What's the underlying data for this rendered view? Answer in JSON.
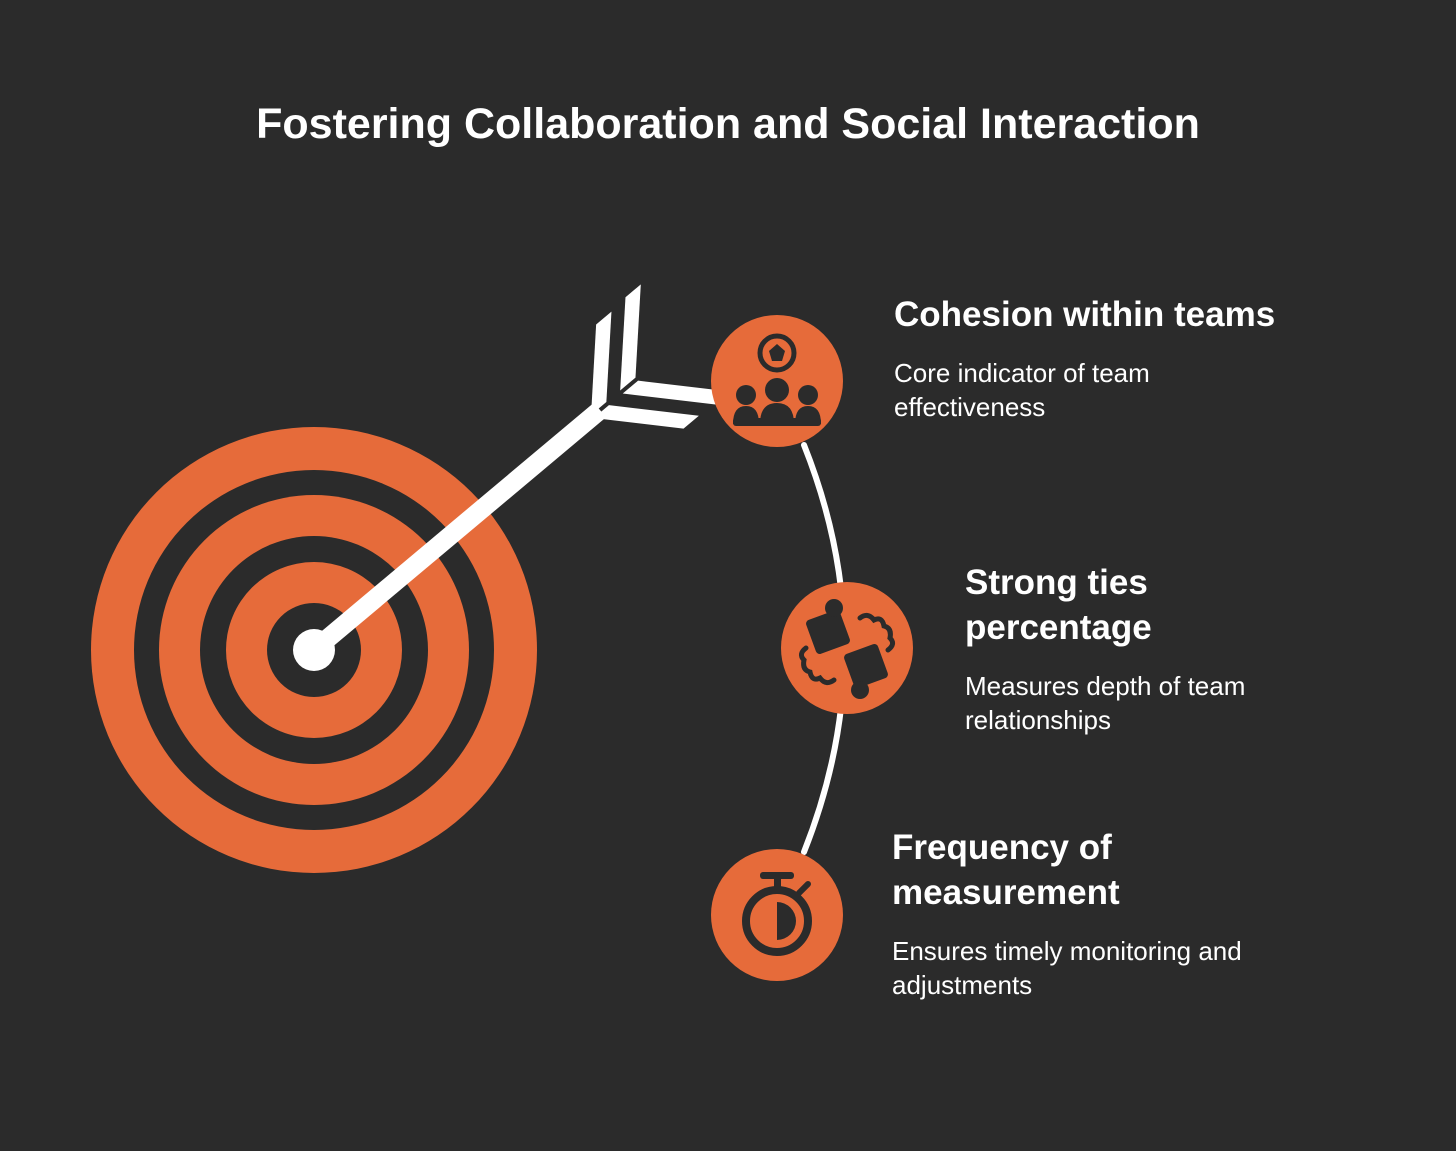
{
  "title": "Fostering Collaboration and Social Interaction",
  "accent_color": "#e66b3a",
  "background_color": "#2b2b2b",
  "items": [
    {
      "heading": "Cohesion within teams",
      "description": "Core indicator of team effectiveness",
      "icon": "team-leader-icon"
    },
    {
      "heading": "Strong ties percentage",
      "description": "Measures depth of team relationships",
      "icon": "puzzle-pieces-icon"
    },
    {
      "heading": "Frequency of measurement",
      "description": "Ensures timely monitoring and adjustments",
      "icon": "stopwatch-icon"
    }
  ]
}
